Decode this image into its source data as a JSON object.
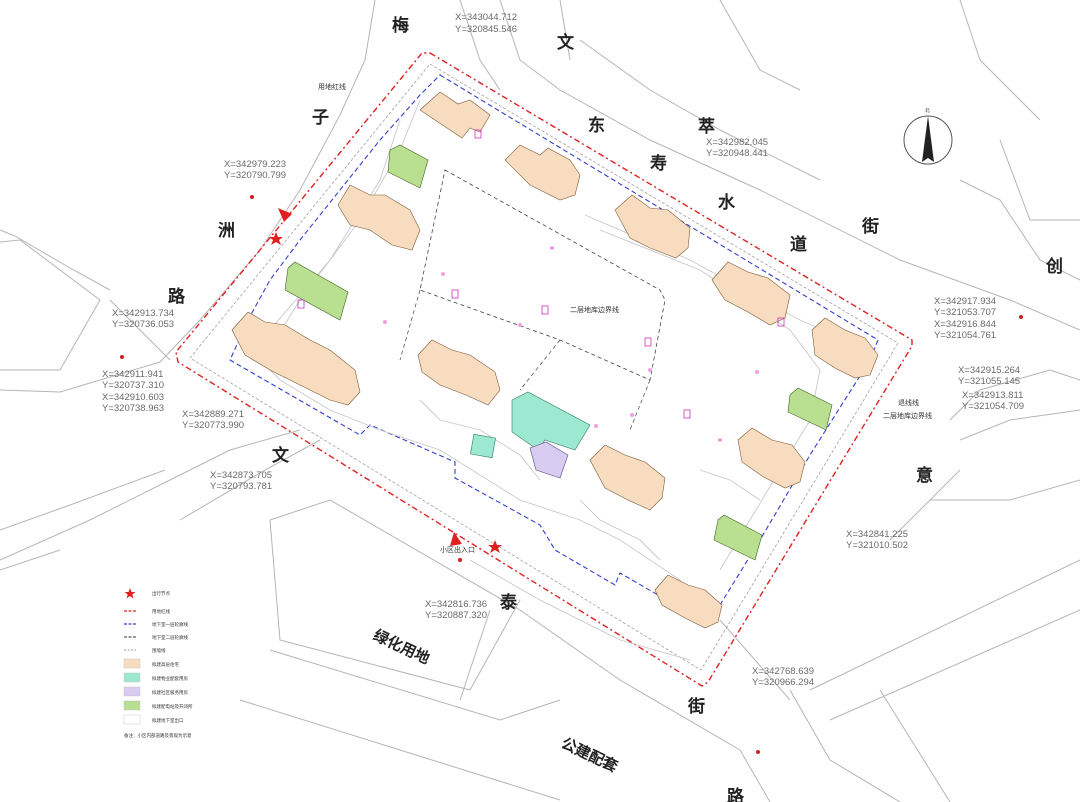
{
  "streets": {
    "meizi_1": "梅",
    "meizi_2": "子",
    "meizi_3": "洲",
    "meizi_4": "路",
    "wendong_1": "文",
    "wendong_2": "东",
    "wendong_3": "萃",
    "shoushui_1": "寿",
    "shoushui_2": "水",
    "shoushui_3": "道",
    "shoushui_4": "街",
    "chuangyi_1": "创",
    "chuangyi_2": "意",
    "wentai_1": "文",
    "wentai_2": "泰",
    "wentai_3": "街",
    "road_bottom": "路"
  },
  "zones": {
    "green_land": "绿化用地",
    "public_support": "公建配套"
  },
  "coordinates": [
    {
      "x": "X=343044.712",
      "y": "Y=320845.546"
    },
    {
      "x": "X=342982.045",
      "y": "Y=320948.441"
    },
    {
      "x": "X=342979.223",
      "y": "Y=320790.799"
    },
    {
      "x": "X=342913.734",
      "y": "Y=320736.053"
    },
    {
      "x": "X=342911.941",
      "y": "Y=320737.310"
    },
    {
      "x": "X=342910.603",
      "y": "Y=320738.963"
    },
    {
      "x": "X=342889.271",
      "y": "Y=320773.990"
    },
    {
      "x": "X=342873.705",
      "y": "Y=320793.781"
    },
    {
      "x": "X=342917.934",
      "y": "Y=321053.707"
    },
    {
      "x": "X=342916.844",
      "y": "Y=321054.761"
    },
    {
      "x": "X=342915.264",
      "y": "Y=321055.145"
    },
    {
      "x": "X=342913.811",
      "y": "Y=321054.709"
    },
    {
      "x": "X=342841.225",
      "y": "Y=321010.502"
    },
    {
      "x": "X=342816.736",
      "y": "Y=320887.320"
    },
    {
      "x": "X=342768.639",
      "y": "Y=320966.294"
    }
  ],
  "annotations": {
    "land_line": "用地红线",
    "garage_line": "二层地库边界线",
    "garage_line_right": "二层地库边界线",
    "set_line": "退线线",
    "entrance": "小区出入口",
    "north": "北"
  },
  "legend": {
    "items": [
      {
        "label": "出行节点",
        "swatch": "star",
        "color": "#e02020"
      },
      {
        "label": "用地红线",
        "swatch": "red-dash",
        "color": "#e02020"
      },
      {
        "label": "地下室一层轮廓线",
        "swatch": "blue-dash",
        "color": "#3040d0"
      },
      {
        "label": "地下室二层轮廓线",
        "swatch": "dark-dash",
        "color": "#333333"
      },
      {
        "label": "围墙线",
        "swatch": "gray-dash",
        "color": "#999999"
      },
      {
        "label": "拟建高层住宅",
        "swatch": "fill",
        "color": "#f8dcc0"
      },
      {
        "label": "拟建物业配套用房",
        "swatch": "fill",
        "color": "#9de8d0"
      },
      {
        "label": "拟建社区服务用房",
        "swatch": "fill",
        "color": "#d8cdf0"
      },
      {
        "label": "拟建配电站及开闭所",
        "swatch": "fill",
        "color": "#b8e090"
      },
      {
        "label": "拟建地下室出口",
        "swatch": "none",
        "color": "#ffffff"
      }
    ],
    "note": "备注：小区内部道路及景观为示意"
  },
  "colors": {
    "residential": "#f8dcc0",
    "property": "#9de8d0",
    "community": "#d8cdf0",
    "power": "#b8e090",
    "red_line": "#e02020",
    "blue_line": "#3040d0"
  }
}
